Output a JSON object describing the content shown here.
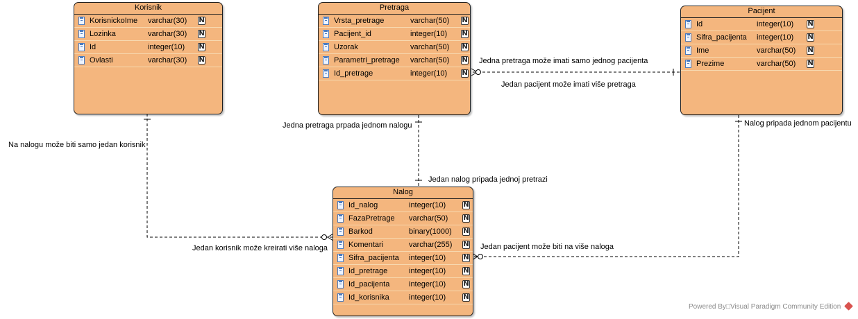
{
  "entities": {
    "korisnik": {
      "title": "Korisnik",
      "fields": [
        {
          "name": "KorisnickoIme",
          "type": "varchar(30)",
          "nullable": "N"
        },
        {
          "name": "Lozinka",
          "type": "varchar(30)",
          "nullable": "N"
        },
        {
          "name": "Id",
          "type": "integer(10)",
          "nullable": "N"
        },
        {
          "name": "Ovlasti",
          "type": "varchar(30)",
          "nullable": "N"
        }
      ]
    },
    "pretraga": {
      "title": "Pretraga",
      "fields": [
        {
          "name": "Vrsta_pretrage",
          "type": "varchar(50)",
          "nullable": "N"
        },
        {
          "name": "Pacijent_id",
          "type": "integer(10)",
          "nullable": "N"
        },
        {
          "name": "Uzorak",
          "type": "varchar(50)",
          "nullable": "N"
        },
        {
          "name": "Parametri_pretrage",
          "type": "varchar(50)",
          "nullable": "N"
        },
        {
          "name": "Id_pretrage",
          "type": "integer(10)",
          "nullable": "N"
        }
      ]
    },
    "pacijent": {
      "title": "Pacijent",
      "fields": [
        {
          "name": "Id",
          "type": "integer(10)",
          "nullable": "N"
        },
        {
          "name": "Sifra_pacijenta",
          "type": "integer(10)",
          "nullable": "N"
        },
        {
          "name": "Ime",
          "type": "varchar(50)",
          "nullable": "N"
        },
        {
          "name": "Prezime",
          "type": "varchar(50)",
          "nullable": "N"
        }
      ]
    },
    "nalog": {
      "title": "Nalog",
      "fields": [
        {
          "name": "Id_nalog",
          "type": "integer(10)",
          "nullable": "N"
        },
        {
          "name": "FazaPretrage",
          "type": "varchar(50)",
          "nullable": "N"
        },
        {
          "name": "Barkod",
          "type": "binary(1000)",
          "nullable": "N"
        },
        {
          "name": "Komentari",
          "type": "varchar(255)",
          "nullable": "N"
        },
        {
          "name": "Sifra_pacijenta",
          "type": "integer(10)",
          "nullable": "N"
        },
        {
          "name": "Id_pretrage",
          "type": "integer(10)",
          "nullable": "N"
        },
        {
          "name": "Id_pacijenta",
          "type": "integer(10)",
          "nullable": "N"
        },
        {
          "name": "Id_korisnika",
          "type": "integer(10)",
          "nullable": "N"
        }
      ]
    }
  },
  "relationships": {
    "pretraga_pacijent_top": "Jedna pretraga može imati samo jednog pacijenta",
    "pretraga_pacijent_bottom": "Jedan pacijent može imati više pretraga",
    "pretraga_nalog_top": "Jedna pretraga prpada jednom nalogu",
    "pretraga_nalog_bottom": "Jedan nalog pripada jednoj pretrazi",
    "korisnik_nalog_top": "Na nalogu može biti samo jedan korisnik",
    "korisnik_nalog_bottom": "Jedan korisnik može kreirati više naloga",
    "pacijent_nalog_top": "Nalog pripada jednom pacijentu",
    "pacijent_nalog_bottom": "Jedan pacijent  može biti na više naloga"
  },
  "footer": {
    "text": "Powered By□Visual Paradigm Community Edition",
    "logo_icon": "visual-paradigm-logo-icon"
  },
  "colors": {
    "entity_fill": "#f4b67e",
    "entity_border": "#1f1f1f",
    "connector": "#000000"
  }
}
